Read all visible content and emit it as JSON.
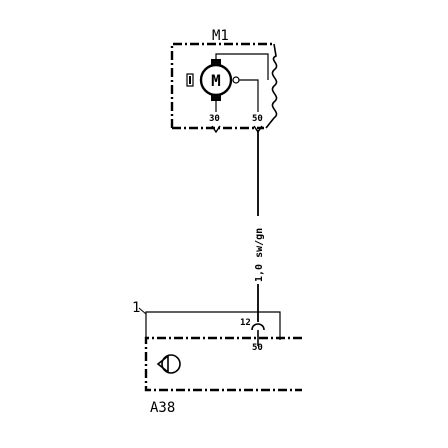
{
  "motor": {
    "designation": "M1",
    "symbol_letter": "M",
    "pin_left": "30",
    "pin_right": "50"
  },
  "wire": {
    "label": "1,0 sw/gn"
  },
  "module": {
    "designation": "A38",
    "connector_pin_top": "12",
    "connector_pin_bottom": "50",
    "callout_number": "1"
  },
  "colors": {
    "line": "#000000",
    "background": "#ffffff"
  }
}
